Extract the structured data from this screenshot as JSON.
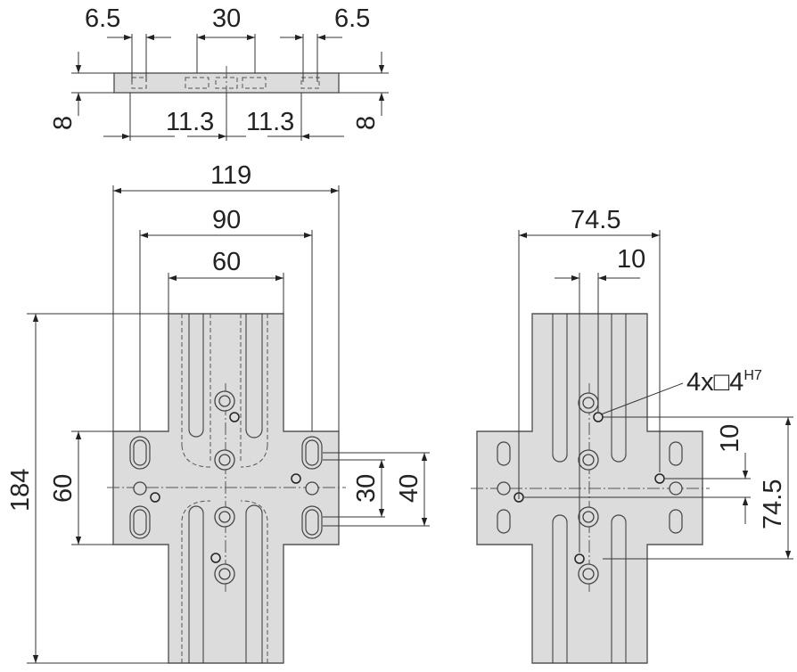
{
  "drawing": {
    "top_view": {
      "dim_left": "6.5",
      "dim_center": "30",
      "dim_right": "6.5",
      "dim_thickness_left": "8",
      "dim_thickness_right": "8",
      "dim_offset_left": "11.3",
      "dim_offset_right": "11.3"
    },
    "front_left": {
      "dim_overall_width": "119",
      "dim_hole_span": "90",
      "dim_web_width": "60",
      "dim_overall_height": "184",
      "dim_flange_height": "60",
      "dim_slot_pitch_inner": "30",
      "dim_slot_pitch_outer": "40"
    },
    "front_right": {
      "dim_width": "74.5",
      "dim_offset": "10",
      "dim_pin_offset": "10",
      "dim_pin_span": "74.5",
      "pin_callout": "4x",
      "pin_callout_symbol": "□",
      "pin_callout_size": "4",
      "pin_callout_tolerance": "H7"
    }
  }
}
